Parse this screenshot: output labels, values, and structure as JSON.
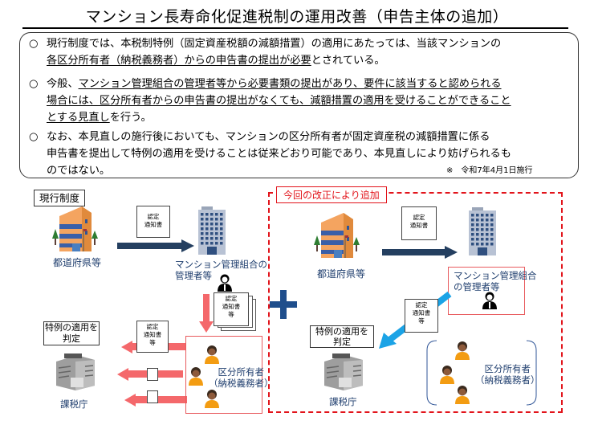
{
  "title": "マンション長寿命化促進税制の運用改善（申告主体の追加）",
  "summary": {
    "p1": {
      "bullet": "○",
      "line1": "現行制度では、本税制特例（固定資産税額の減額措置）の適用にあたっては、当該マンションの",
      "line2_underlined": "各区分所有者（納税義務者）からの申告書の提出が必要",
      "line2_rest": "とされている。"
    },
    "p2": {
      "bullet": "○",
      "line1_plain": "今般、",
      "line1_underlined": "マンション管理組合の管理者等から必要書類の提出があり、要件に該当すると認められる",
      "line2_underlined": "場合には、区分所有者からの申告書の提出がなくても、減額措置の適用を受けることができること",
      "line3_underlined": "とする見直し",
      "line3_rest": "を行う。"
    },
    "p3": {
      "bullet": "○",
      "line1": "なお、本見直しの施行後においても、マンションの区分所有者が固定資産税の減額措置に係る",
      "line2": "申告書を提出して特例の適用を受けることは従来どおり可能であり、本見直しにより妨げられるも",
      "line3": "のではない。"
    },
    "note": "※　令和7年4月1日施行"
  },
  "current": {
    "tag": "現行制度",
    "prefecture_label": "都道府県等",
    "doc_cert": "認定\n通知書",
    "association_label": "マンション管理組合の\n管理者等",
    "doc_stack": "認定\n通知書\n等",
    "judge_label": "特例の適用を\n判定",
    "doc_owner": "認定\n通知書\n等",
    "owners_label": "区分所有者\n（納税義務者）",
    "tax_office_label": "課税庁"
  },
  "added": {
    "tag": "今回の改正により追加",
    "prefecture_label": "都道府県等",
    "doc_cert": "認定\n通知書",
    "association_label": "マンション管理組合\nの管理者等",
    "doc_assoc": "認定\n通知書\n等",
    "judge_label": "特例の適用を\n判定",
    "owners_label": "区分所有者\n（納税義務者）",
    "tax_office_label": "課税庁"
  },
  "plus_symbol": "+",
  "colors": {
    "dark_navy_arrow": "#243f60",
    "red_arrow": "#f4686b",
    "cyan_arrow": "#1ba3e6",
    "red_dashed": "#e2141b",
    "label_blue": "#1f3e6e"
  }
}
